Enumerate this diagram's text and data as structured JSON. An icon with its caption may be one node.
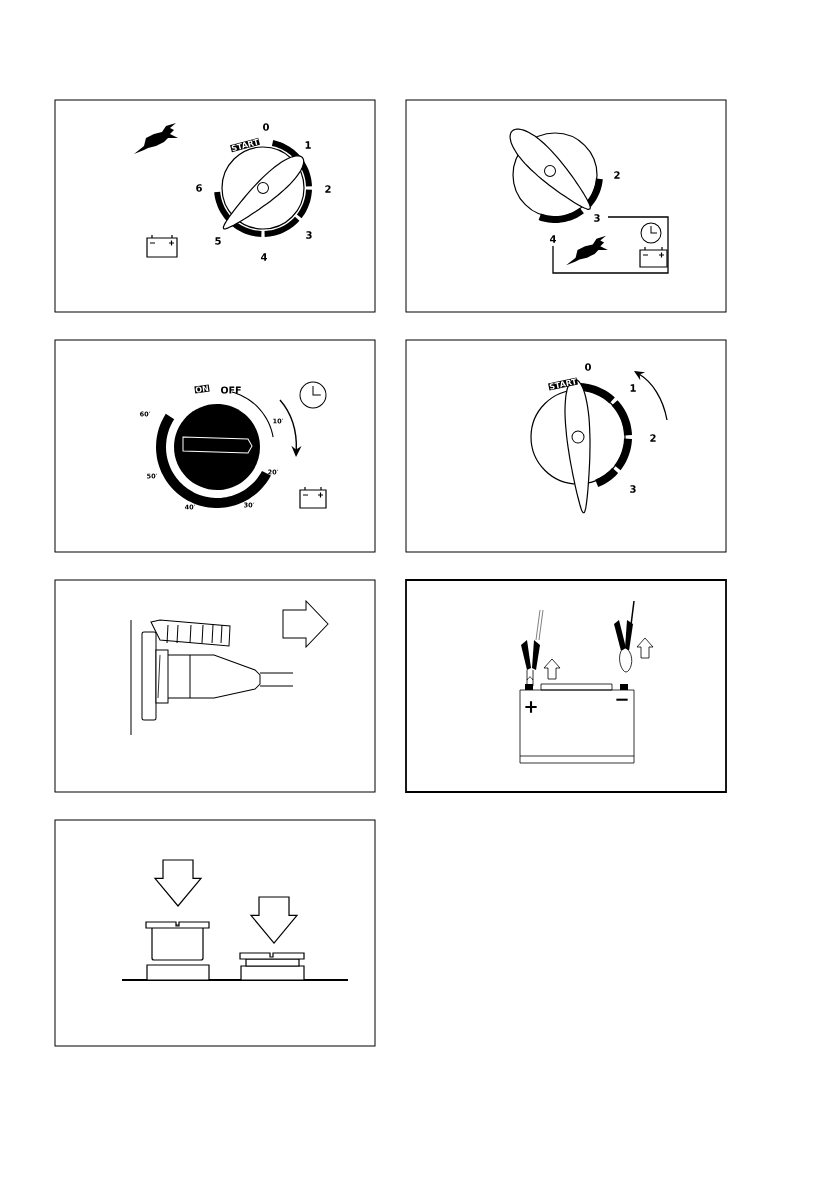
{
  "diagram": {
    "labels": [
      "START",
      "0",
      "1",
      "6",
      "2",
      "5",
      "3",
      "4",
      "2",
      "3",
      "4",
      "ON",
      "OFF",
      "60′",
      "10′",
      "50′",
      "20′",
      "40′",
      "30′",
      "0",
      "START",
      "1",
      "2",
      "3",
      "+",
      "−"
    ]
  }
}
